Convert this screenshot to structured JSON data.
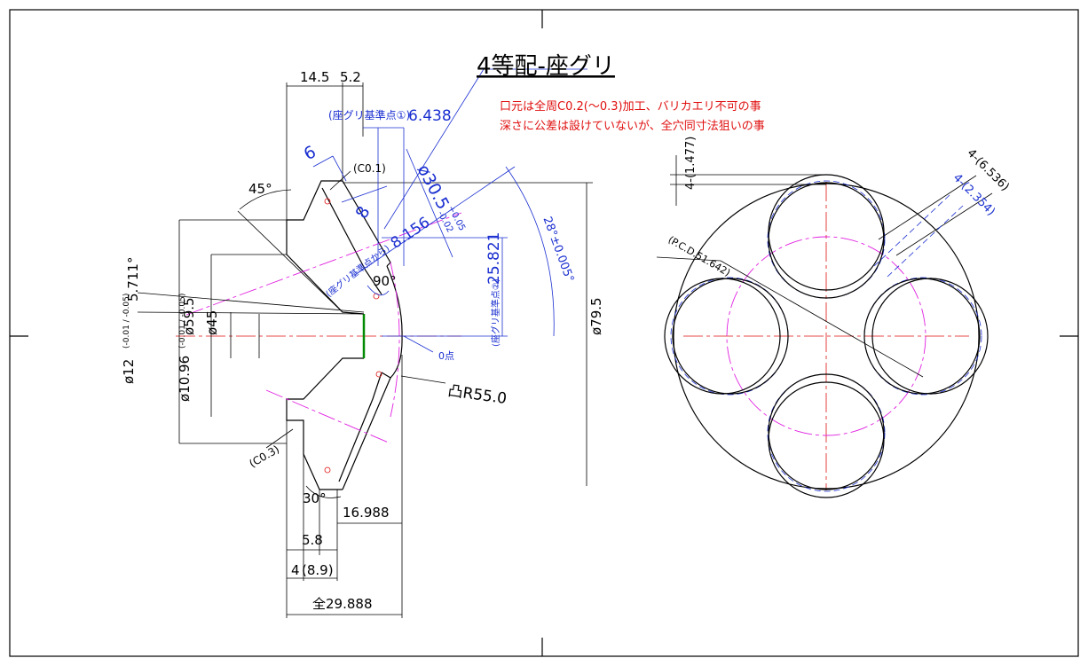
{
  "colors": {
    "line": "#000000",
    "dimension_blue": "#1a2fd0",
    "center_red": "#e01010",
    "pcd_magenta": "#e020e0",
    "edge_green": "#008a00",
    "background": "#ffffff"
  },
  "section": {
    "callout_title": "4等配-座グリ",
    "note_line1": "口元は全周C0.2(～0.3)加工、バリカエリ不可の事",
    "note_line2": "深さに公差は設けていないが、全穴同寸法狙いの事",
    "dim_14_5": "14.5",
    "dim_5_2": "5.2",
    "ref1_label": "(座グリ基準点①)",
    "ref1_value": "6.438",
    "dim_6": "6",
    "dim_c01": "(C0.1)",
    "dim_8": "8",
    "dim_phi305_main": "ø30.5",
    "dim_phi305_upper": "+0.05",
    "dim_phi305_lower": "-0.02",
    "ref_from_label": "(座グリ基準点から)",
    "ref_from_value": "8.156",
    "angle_90": "90°",
    "angle_45": "45°",
    "ref2_label": "(座グリ基準点②)",
    "ref2_value": "25.821",
    "angle_28": "28°±0.005°",
    "angle_5711": "5.711°",
    "dim_phi595": "ø59.5",
    "dim_phi45": "ø45",
    "dim_phi12_main": "ø12",
    "dim_phi12_tol": "(-0.01 / -0.05)",
    "dim_phi1096_main": "ø10.96",
    "dim_phi1096_tol": "(-0.01 / -0.05)",
    "zero_point": "0点",
    "convex_radius": "凸R55.0",
    "dim_phi795": "ø79.5",
    "dim_c03": "(C0.3)",
    "angle_30": "30°",
    "dim_16988": "16.988",
    "dim_5_8": "5.8",
    "dim_4": "4",
    "dim_8_9": "(8.9)",
    "dim_total": "全29.888"
  },
  "front_view": {
    "dim_1477": "4-(1.477)",
    "dim_6536": "4-(6.536)",
    "dim_2354": "4-(2.354)",
    "pcd": "(P.C.D.51.642)"
  }
}
